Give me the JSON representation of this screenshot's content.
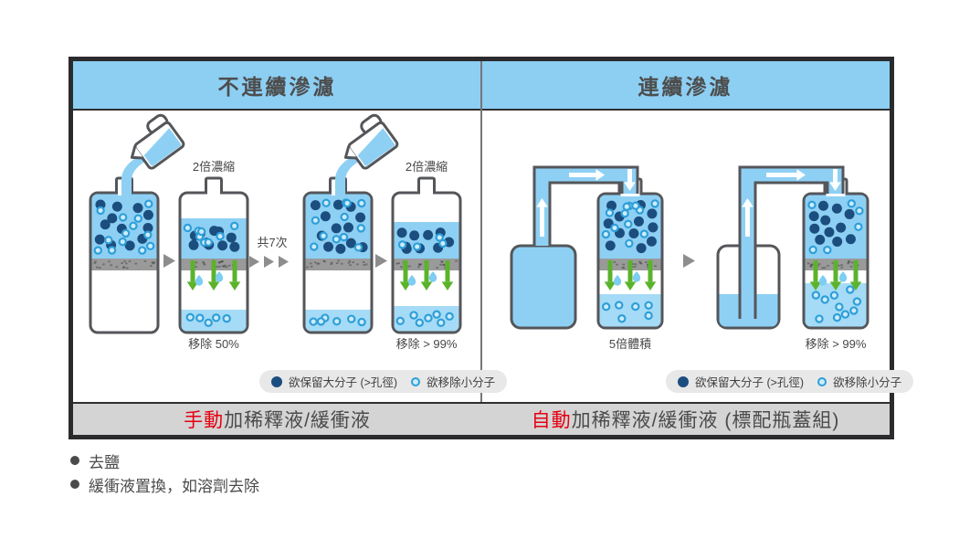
{
  "header": {
    "left_title": "不連續滲濾",
    "right_title": "連續滲濾"
  },
  "left_panel": {
    "step1_label": "2倍濃縮",
    "repeat_label": "共7次",
    "step2_label": "2倍濃縮",
    "remove50_label": "移除 50%",
    "remove99_label": "移除 > 99%",
    "footer_highlight": "手動",
    "footer_text": "加稀釋液/緩衝液"
  },
  "right_panel": {
    "volume_label": "5倍體積",
    "remove99_label": "移除 > 99%",
    "footer_highlight": "自動",
    "footer_text": "加稀釋液/緩衝液 (標配瓶蓋組)"
  },
  "legend": {
    "retain_label": "欲保留大分子 (>孔徑)",
    "remove_label": "欲移除小分子"
  },
  "notes": [
    "去鹽",
    "緩衝液置換，如溶劑去除"
  ],
  "colors": {
    "accent_red": "#e60012",
    "header_blue": "#8dcff3",
    "liquid_blue": "#8ed0f4",
    "bottom_band_blue": "#a5dbf6",
    "large_molecule": "#1b4e7e",
    "small_molecule_ring": "#2f9fd8",
    "membrane_gray": "#9a9a9a",
    "filtrate_arrow_green": "#5bb32c",
    "footer_bar_gray": "#d4d4d4",
    "box_border": "#2b2b2d"
  }
}
